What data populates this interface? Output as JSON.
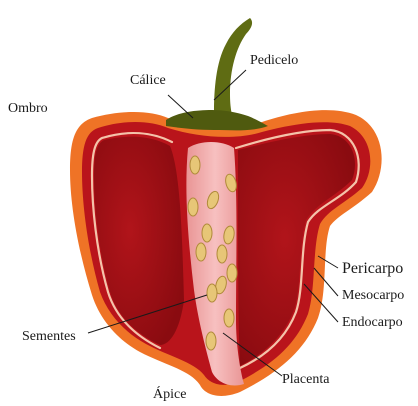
{
  "labels": {
    "pedicelo": "Pedicelo",
    "calice": "Cálice",
    "ombro": "Ombro",
    "pericarpo": "Pericarpo",
    "mesocarpo": "Mesocarpo",
    "endocarpo": "Endocarpo",
    "sementes": "Sementes",
    "placenta": "Placenta",
    "apice": "Ápice"
  },
  "colors": {
    "pericarp_outer": "#e8521c",
    "pericarp_orange": "#f07a2a",
    "mesocarp_red": "#b8141a",
    "cavity_dark": "#8e0a10",
    "endocarp_line": "#f6c9b0",
    "placenta": "#f2a6a6",
    "seed": "#e8c777",
    "seed_outline": "#b08a3a",
    "stem": "#5e6b12",
    "calyx": "#4f5a0e"
  }
}
